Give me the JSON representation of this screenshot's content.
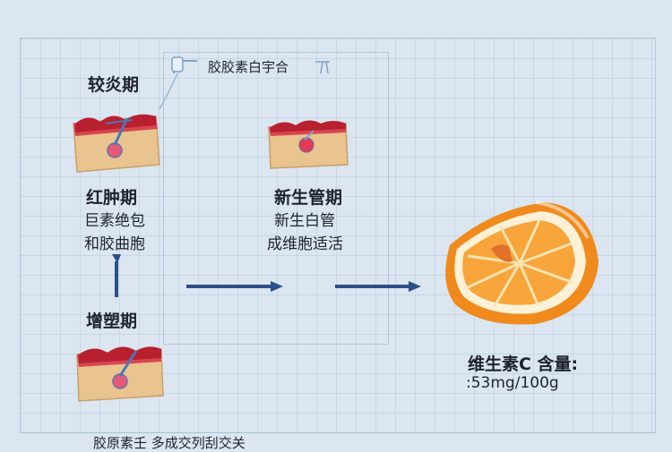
{
  "top_label": "胶胶素白宇合",
  "stage1": {
    "title": "较炎期"
  },
  "stage2": {
    "title": "红肿期",
    "lines": [
      "巨素绝包",
      "和胶曲胞"
    ]
  },
  "stage3": {
    "title": "新生管期",
    "lines": [
      "新生白管",
      "成维胞适活"
    ]
  },
  "stage4": {
    "title": "增塑期"
  },
  "bottom_note": "胶原素壬  多成交列刮交关",
  "vitamin": {
    "label": "维生素C 含量:",
    "value": ":53mg/100g"
  },
  "colors": {
    "arrow": "#2c4f86",
    "orange": "#f29a2e",
    "skin": "#e8c08a",
    "wound": "#c8283a"
  }
}
